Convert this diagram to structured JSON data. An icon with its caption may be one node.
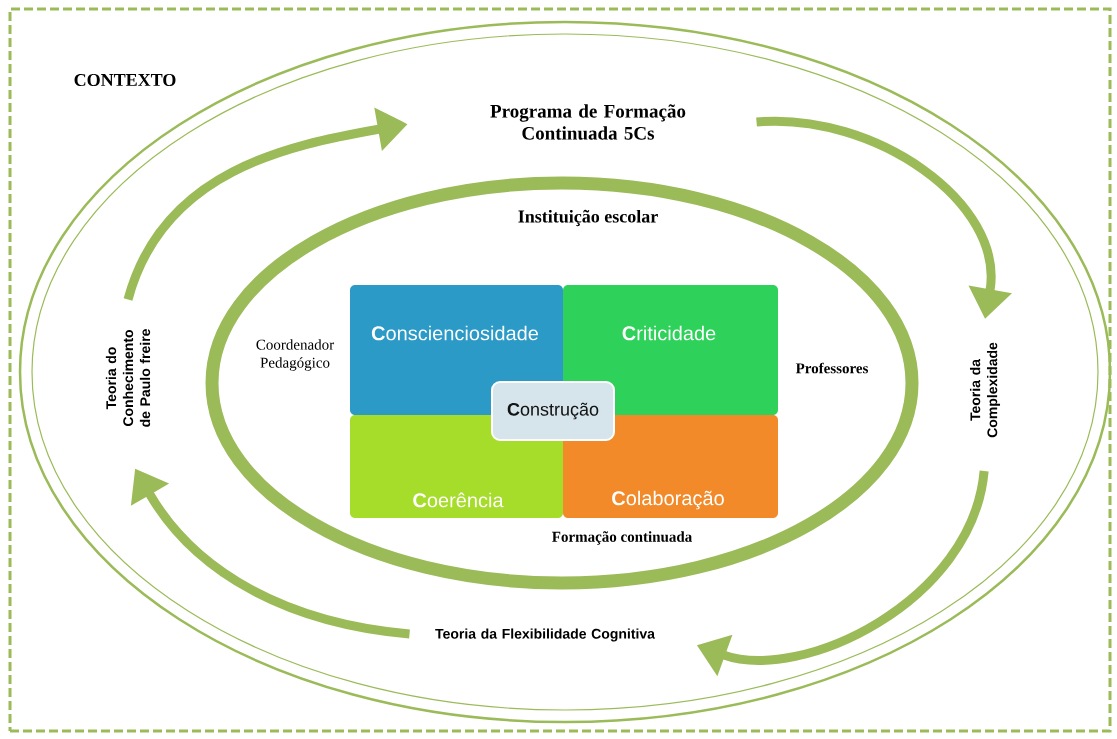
{
  "diagram": {
    "nodes": [
      {
        "text": [
          "CONTEXTO"
        ]
      },
      {
        "text": [],
        "shape": "ellipse",
        "in": 0
      },
      {
        "text": [
          "Programa de Formação Continuada 5Cs"
        ],
        "in": 1
      },
      {
        "text": [
          "Instituição escolar",
          "Formação continuada"
        ],
        "in": 1
      },
      {
        "text": [
          "**C**onscienciosidade"
        ],
        "in": 3
      },
      {
        "text": [
          "**C**riticidade"
        ],
        "in": 3
      },
      {
        "text": [
          "**C**onstrução"
        ],
        "in": 3
      },
      {
        "text": [
          "**C**oerência"
        ],
        "in": 3
      },
      {
        "text": [
          "**C**olaboração"
        ],
        "in": 3
      },
      {
        "text": [
          "Teoria do Conhecimento de Paulo freire"
        ],
        "in": 1
      },
      {
        "text": [
          "Teoria da Complexidade"
        ],
        "in": 1
      },
      {
        "text": [
          "Teoria da Flexibilidade Cognitiva"
        ],
        "in": 1
      }
    ],
    "edges": [
      {
        "from": 9,
        "to": 2,
        "arrow": "to"
      },
      {
        "from": 2,
        "to": 10,
        "arrow": "to"
      },
      {
        "from": 10,
        "to": 11,
        "arrow": "to"
      },
      {
        "from": 11,
        "to": 9,
        "arrow": "to"
      }
    ],
    "labels": [
      "Coordenador Pedagógico",
      "Professores"
    ]
  }
}
